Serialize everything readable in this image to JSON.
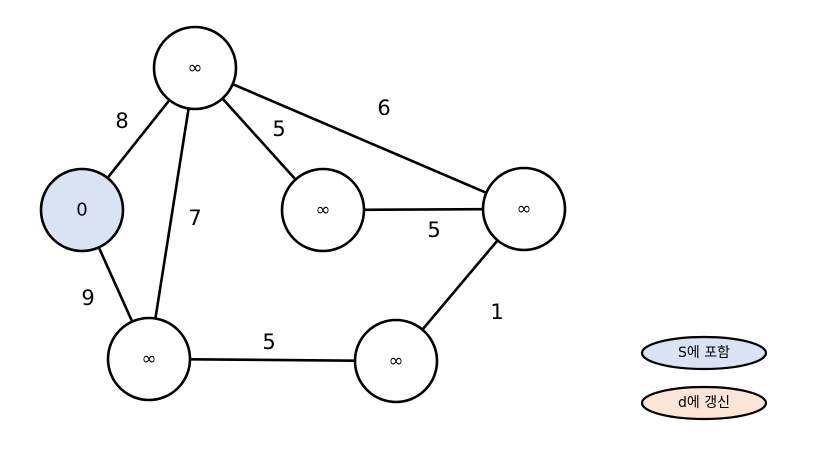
{
  "graph": {
    "nodes": [
      {
        "id": "top",
        "label": "∞",
        "state": "default"
      },
      {
        "id": "left",
        "label": "0",
        "state": "in-s"
      },
      {
        "id": "middle",
        "label": "∞",
        "state": "default"
      },
      {
        "id": "right",
        "label": "∞",
        "state": "default"
      },
      {
        "id": "bottom-left",
        "label": "∞",
        "state": "default"
      },
      {
        "id": "bottom-right",
        "label": "∞",
        "state": "default"
      }
    ],
    "edges": [
      {
        "from": "left",
        "to": "top",
        "weight": "8"
      },
      {
        "from": "top",
        "to": "middle",
        "weight": "5"
      },
      {
        "from": "top",
        "to": "right",
        "weight": "6"
      },
      {
        "from": "top",
        "to": "bottom-left",
        "weight": "7"
      },
      {
        "from": "middle",
        "to": "right",
        "weight": "5"
      },
      {
        "from": "left",
        "to": "bottom-left",
        "weight": "9"
      },
      {
        "from": "bottom-left",
        "to": "bottom-right",
        "weight": "5"
      },
      {
        "from": "bottom-right",
        "to": "right",
        "weight": "1"
      }
    ]
  },
  "legend": [
    {
      "id": "in-s",
      "label": "S에 포함"
    },
    {
      "id": "updated",
      "label": "d에 갱신"
    }
  ],
  "colors": {
    "in_s": "#dae3f3",
    "updated": "#fbe5d6",
    "default_fill": "#ffffff",
    "stroke": "#000000"
  }
}
